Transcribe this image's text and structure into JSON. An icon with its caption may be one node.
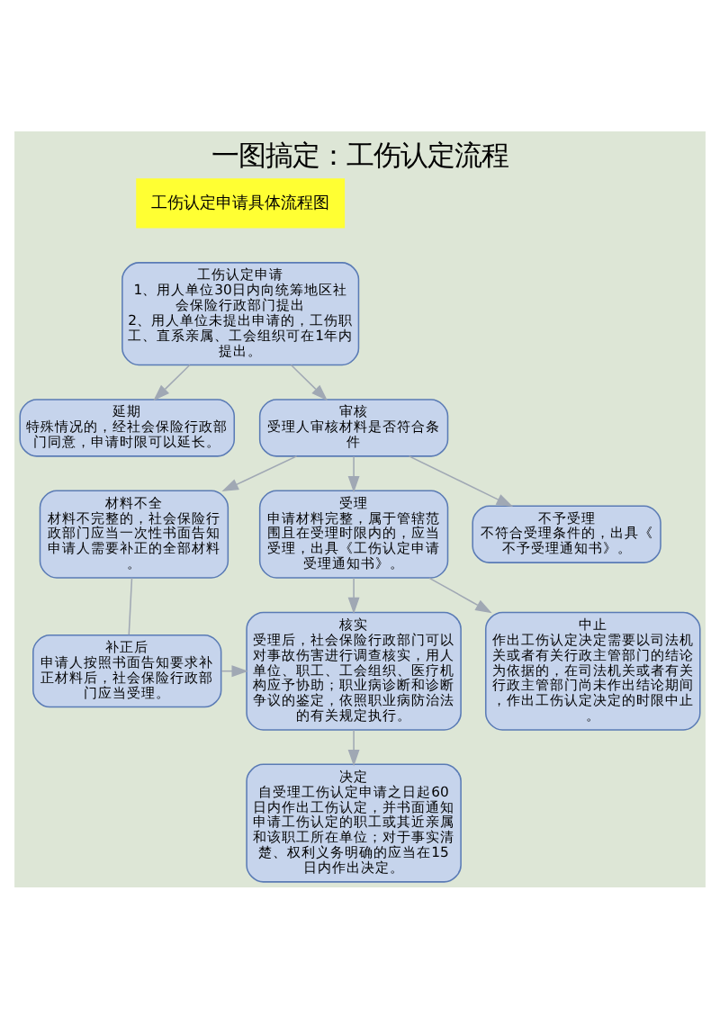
{
  "diagram": {
    "title": "一图搞定：工伤认定流程",
    "nodes": [
      {
        "text": [
          "工伤认定申请",
          "1、用人单位30日内向统筹地区社会保险行政部门提出",
          "2、用人单位未提出申请的，工伤职工、直系亲属、工会组织可在1年内提出。"
        ]
      },
      {
        "text": [
          "延期",
          "特殊情况的，经社会保险行政部门同意，申请时限可以延长。"
        ]
      },
      {
        "text": [
          "审核",
          "受理人审核材料是否符合条件"
        ]
      },
      {
        "text": [
          "材料不全",
          "材料不完整的，社会保险行政部门应当一次性书面告知申请人需要补正的全部材料。"
        ]
      },
      {
        "text": [
          "受理",
          "申请材料完整，属于管辖范围且在受理时限内的，应当受理，出具《工伤认定申请受理通知书》。"
        ]
      },
      {
        "text": [
          "不予受理",
          "不符合受理条件的，出具《不予受理通知书》。"
        ]
      },
      {
        "text": [
          "补正后",
          "申请人按照书面告知要求补正材料后，社会保险行政部门应当受理。"
        ]
      },
      {
        "text": [
          "中止",
          "作出工伤认定决定需要以司法机关或者有关行政主管部门的结论为依据的，在司法机关或者有关行政主管部门尚未作出结论期间，作出工伤认定决定的时限中止。"
        ]
      },
      {
        "text": [
          "核实",
          "受理后，社会保险行政部门可以对事故伤害进行调查核实，用人单位、职工、工会组织、医疗机构应予协助；职业病诊断和诊断争议的鉴定，依照职业病防治法的有关规定执行。"
        ]
      },
      {
        "text": [
          "决定",
          "自受理工伤认定申请之日起60日内作出工伤认定，并书面通知申请工伤认定的职工或其近亲属和该职工所在单位；对于事实清楚、权利义务明确的应当在15日内作出决定。"
        ]
      }
    ],
    "edges": [
      {
        "from": 0,
        "to": 2,
        "arrow": "to"
      },
      {
        "from": 0,
        "to": 1,
        "arrow": "to"
      },
      {
        "from": 2,
        "to": 3,
        "arrow": "to"
      },
      {
        "from": 2,
        "to": 4,
        "arrow": "to"
      },
      {
        "from": 2,
        "to": 5,
        "arrow": "to"
      },
      {
        "from": 3,
        "to": 6,
        "arrow": "none"
      },
      {
        "from": 6,
        "to": 8,
        "arrow": "to"
      },
      {
        "from": 4,
        "to": 8,
        "arrow": "to"
      },
      {
        "from": 4,
        "to": 7,
        "arrow": "to"
      },
      {
        "from": 8,
        "to": 9,
        "arrow": "to"
      }
    ],
    "labels": [
      "工伤认定申请具体流程图"
    ]
  }
}
